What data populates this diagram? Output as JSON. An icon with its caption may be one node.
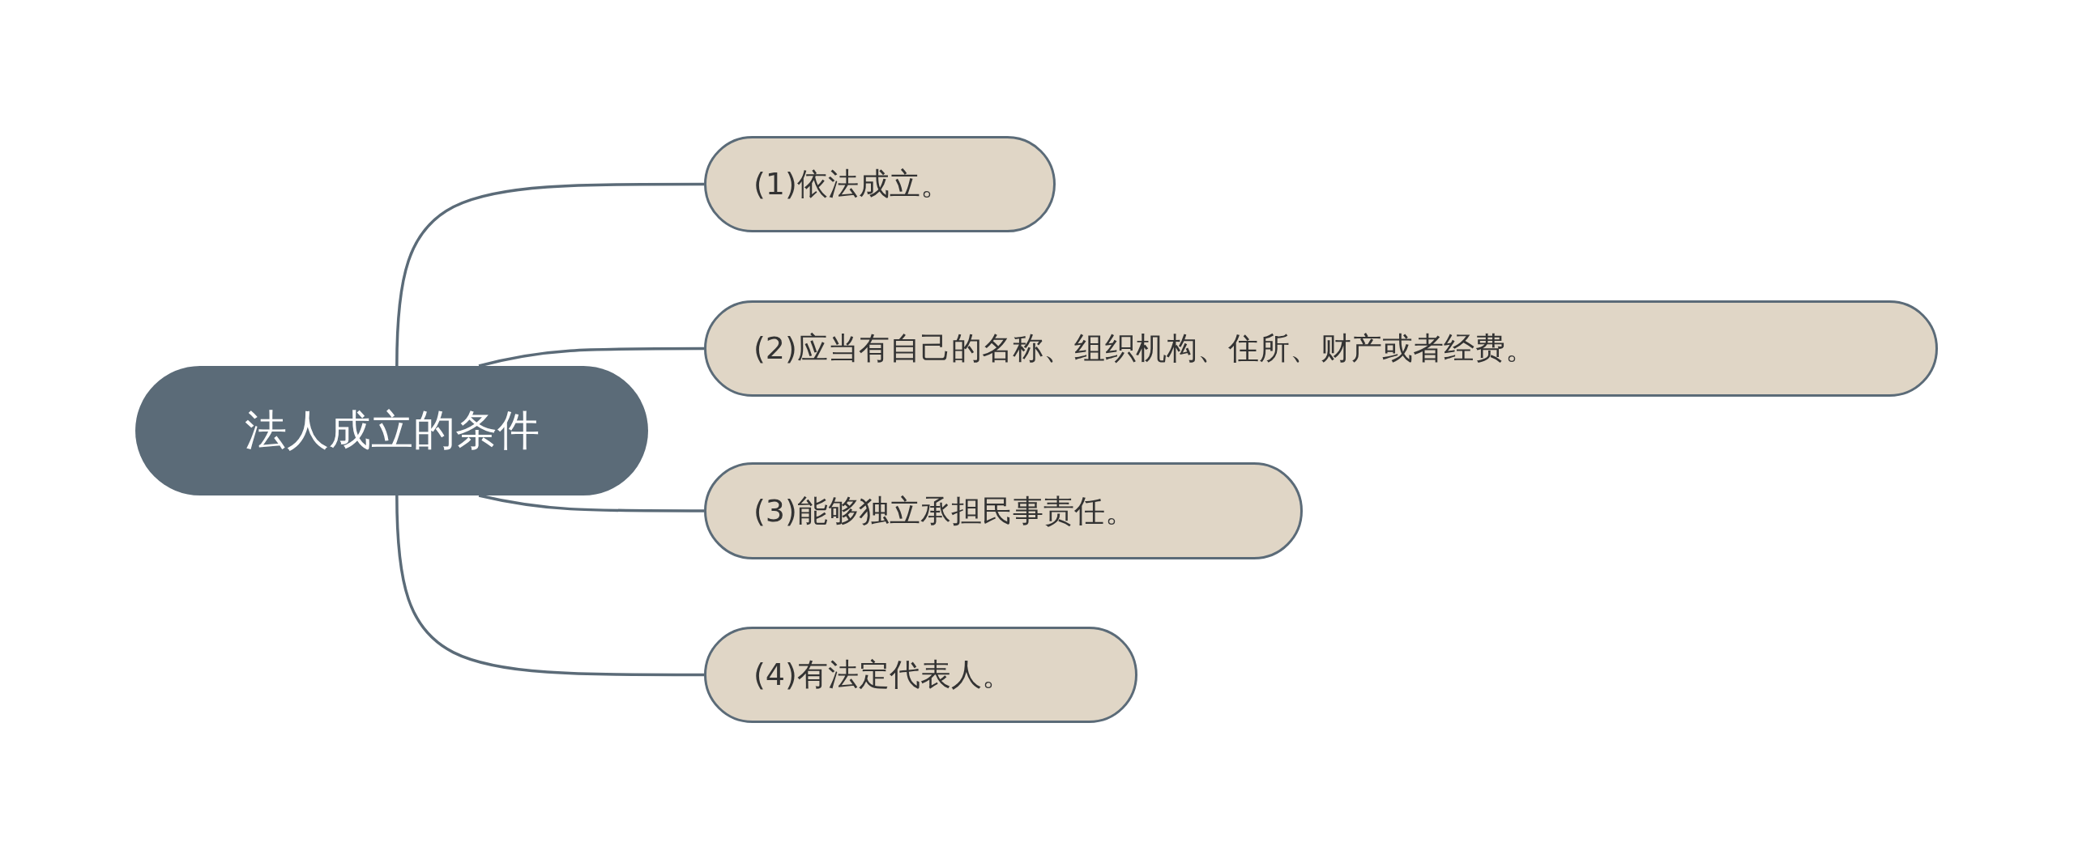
{
  "diagram": {
    "nodes": [
      {
        "text": [
          "法人成立的条件"
        ]
      },
      {
        "text": [
          "(1)依法成立。"
        ]
      },
      {
        "text": [
          "(2)应当有自己的名称、组织机构、住所、财产或者经费。"
        ]
      },
      {
        "text": [
          "(3)能够独立承担民事责任。"
        ]
      },
      {
        "text": [
          "(4)有法定代表人。"
        ]
      }
    ],
    "edges": [
      {
        "from": 0,
        "to": 1,
        "arrow": "none"
      },
      {
        "from": 0,
        "to": 2,
        "arrow": "none"
      },
      {
        "from": 0,
        "to": 3,
        "arrow": "none"
      },
      {
        "from": 0,
        "to": 4,
        "arrow": "none"
      }
    ]
  }
}
